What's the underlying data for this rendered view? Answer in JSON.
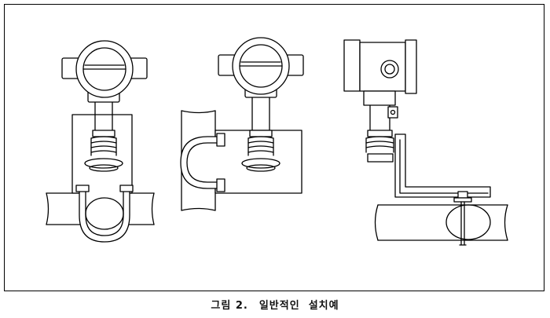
{
  "figure": {
    "caption_label": "그림 2.",
    "caption_text": "일반적인  설치예"
  },
  "icons": {
    "left": "transmitter-mounted-vertical-pipe-below",
    "middle": "transmitter-mounted-side-pipe",
    "right": "transmitter-side-view-bracket-on-pipe"
  },
  "colors": {
    "line": "#000000",
    "fill": "#ffffff",
    "frame": "#000000"
  }
}
